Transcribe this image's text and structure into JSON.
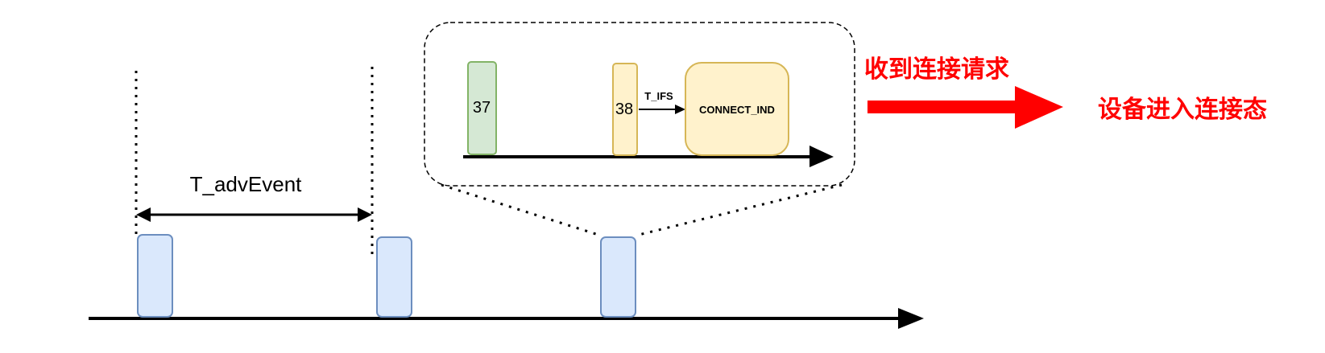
{
  "labels": {
    "t_adv_event": "T_advEvent",
    "channel_37": "37",
    "channel_38": "38",
    "t_ifs": "T_IFS",
    "connect_ind": "CONNECT_IND",
    "received_request": "收到连接请求",
    "enter_connection": "设备进入连接态"
  },
  "colors": {
    "adv_packet_fill": "#dae8fc",
    "adv_packet_stroke": "#6c8ebf",
    "channel_37_fill": "#d5e8d4",
    "channel_37_stroke": "#82b366",
    "channel_38_fill": "#fff2cc",
    "channel_38_stroke": "#d6b656",
    "connect_fill": "#fff2cc",
    "connect_stroke": "#d6b656",
    "accent_red": "#ff0000"
  }
}
